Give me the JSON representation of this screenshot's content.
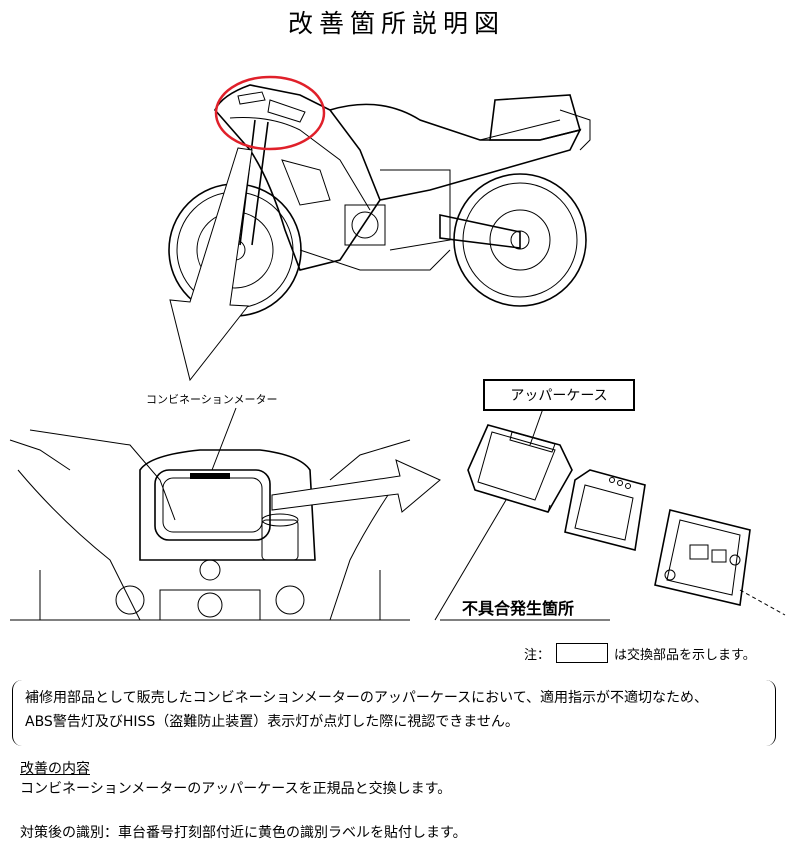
{
  "title": "改善箇所説明図",
  "labels": {
    "meter": "コンビネーションメーター",
    "upper_case": "アッパーケース",
    "defect": "不具合発生箇所"
  },
  "note": {
    "prefix": "注：",
    "suffix": "は交換部品を示します。"
  },
  "description": {
    "line1": "補修用部品として販売したコンビネーションメーターのアッパーケースにおいて、適用指示が不適切なため、",
    "line2": "ABS警告灯及びHISS（盗難防止装置）表示灯が点灯した際に視認できません。"
  },
  "improvement": {
    "heading": "改善の内容",
    "text": "コンビネーションメーターのアッパーケースを正規品と交換します。"
  },
  "identification": {
    "text": "対策後の識別：車台番号打刻部付近に黄色の識別ラベルを貼付します。"
  },
  "colors": {
    "highlight": "#e0202a",
    "line": "#000000"
  }
}
